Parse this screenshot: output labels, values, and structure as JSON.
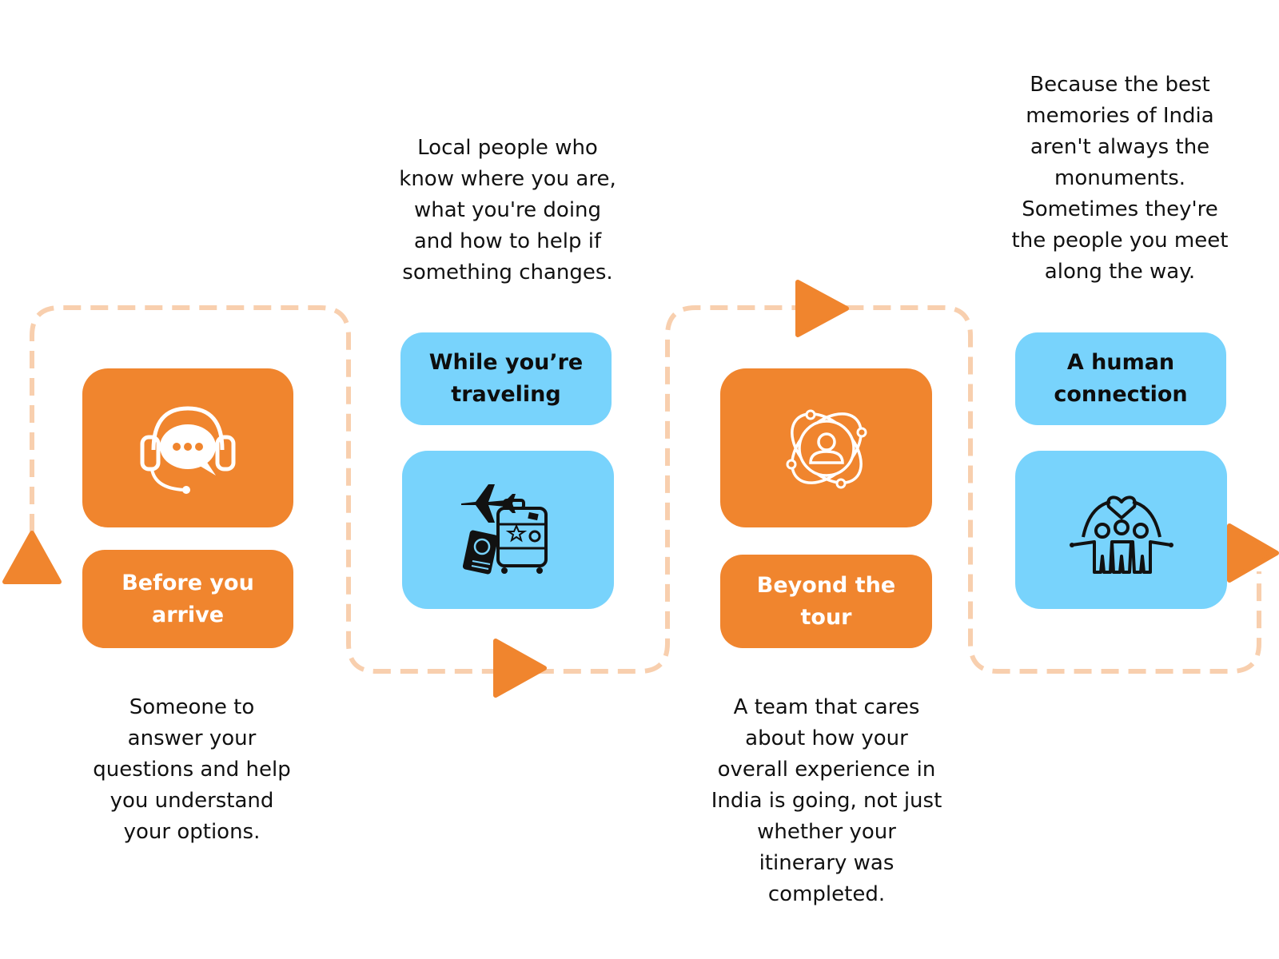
{
  "colors": {
    "orange": "#F0852E",
    "blue": "#78D3FC",
    "path": "#F8CFAE",
    "text": "#111111"
  },
  "steps": [
    {
      "id": "before",
      "label_lines": [
        "Before you",
        "arrive"
      ],
      "icon": "headset-chat-icon",
      "description_lines": [
        "Someone to",
        "answer your",
        "questions and help",
        "you understand",
        "your options."
      ]
    },
    {
      "id": "during",
      "label_lines": [
        "While you’re",
        "traveling"
      ],
      "icon": "travel-luggage-icon",
      "description_lines": [
        "Local people who",
        "know where you are,",
        "what you're doing",
        "and how to help if",
        "something changes."
      ]
    },
    {
      "id": "beyond",
      "label_lines": [
        "Beyond the",
        "tour"
      ],
      "icon": "person-orbit-icon",
      "description_lines": [
        "A team that cares",
        "about how your",
        "overall experience in",
        "India is going, not just",
        "whether your",
        "itinerary was",
        "completed."
      ]
    },
    {
      "id": "human",
      "label_lines": [
        "A human",
        "connection"
      ],
      "icon": "family-heart-icon",
      "description_lines": [
        "Because the best",
        "memories of India",
        "aren't always the",
        "monuments.",
        "Sometimes they're",
        "the people you meet",
        "along the way."
      ]
    }
  ]
}
